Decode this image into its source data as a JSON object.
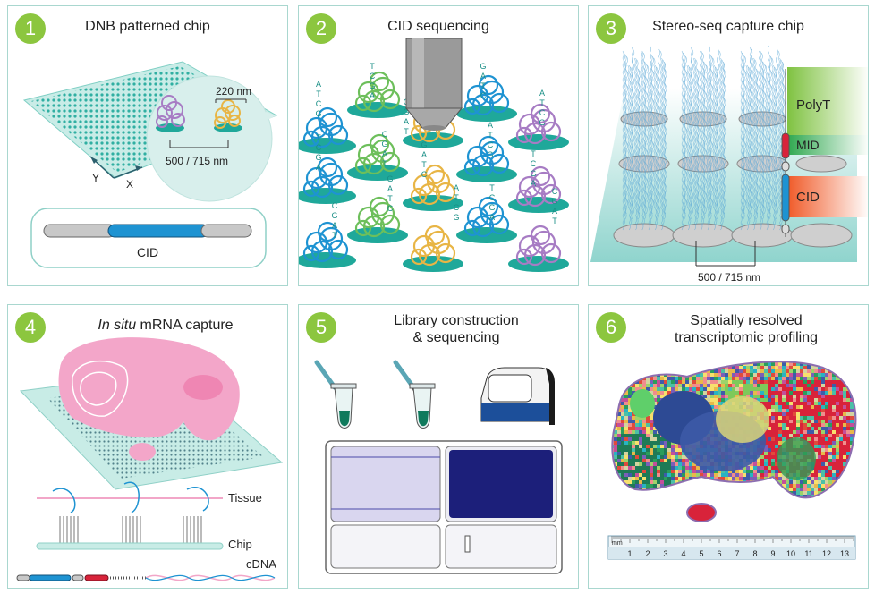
{
  "panels": [
    {
      "num": "1",
      "title": "DNB patterned chip"
    },
    {
      "num": "2",
      "title": "CID sequencing"
    },
    {
      "num": "3",
      "title": "Stereo-seq capture chip"
    },
    {
      "num": "4",
      "title_italic": "In situ",
      "title_rest": " mRNA  capture"
    },
    {
      "num": "5",
      "title_line1": "Library construction",
      "title_line2": "& sequencing"
    },
    {
      "num": "6",
      "title_line1": "Spatially resolved",
      "title_line2": "transcriptomic profiling"
    }
  ],
  "panel1": {
    "spacing_top": "220 nm",
    "spacing_bottom": "500 / 715 nm",
    "axis_x": "X",
    "axis_y": "Y",
    "cid": "CID"
  },
  "panel2": {
    "bases": [
      "A",
      "T",
      "C",
      "G"
    ]
  },
  "panel3": {
    "polyt": "PolyT",
    "mid": "MID",
    "cid": "CID",
    "spacing": "500 / 715 nm"
  },
  "panel4": {
    "tissue": "Tissue",
    "chip": "Chip",
    "cdna": "cDNA"
  },
  "panel6": {
    "unit": "mm",
    "ticks": [
      "1",
      "2",
      "3",
      "4",
      "5",
      "6",
      "7",
      "8",
      "9",
      "10",
      "11",
      "12",
      "13"
    ]
  },
  "colors": {
    "badge": "#8cc63f",
    "chip": "#a8e0d8",
    "teal": "#1fa89a",
    "blue": "#1e93d2",
    "purple": "#a77cc4",
    "green": "#6dbf5b",
    "yellow": "#e8b545",
    "navy": "#1c1f7a",
    "pink": "#f2a6c8",
    "red": "#d8233a"
  }
}
